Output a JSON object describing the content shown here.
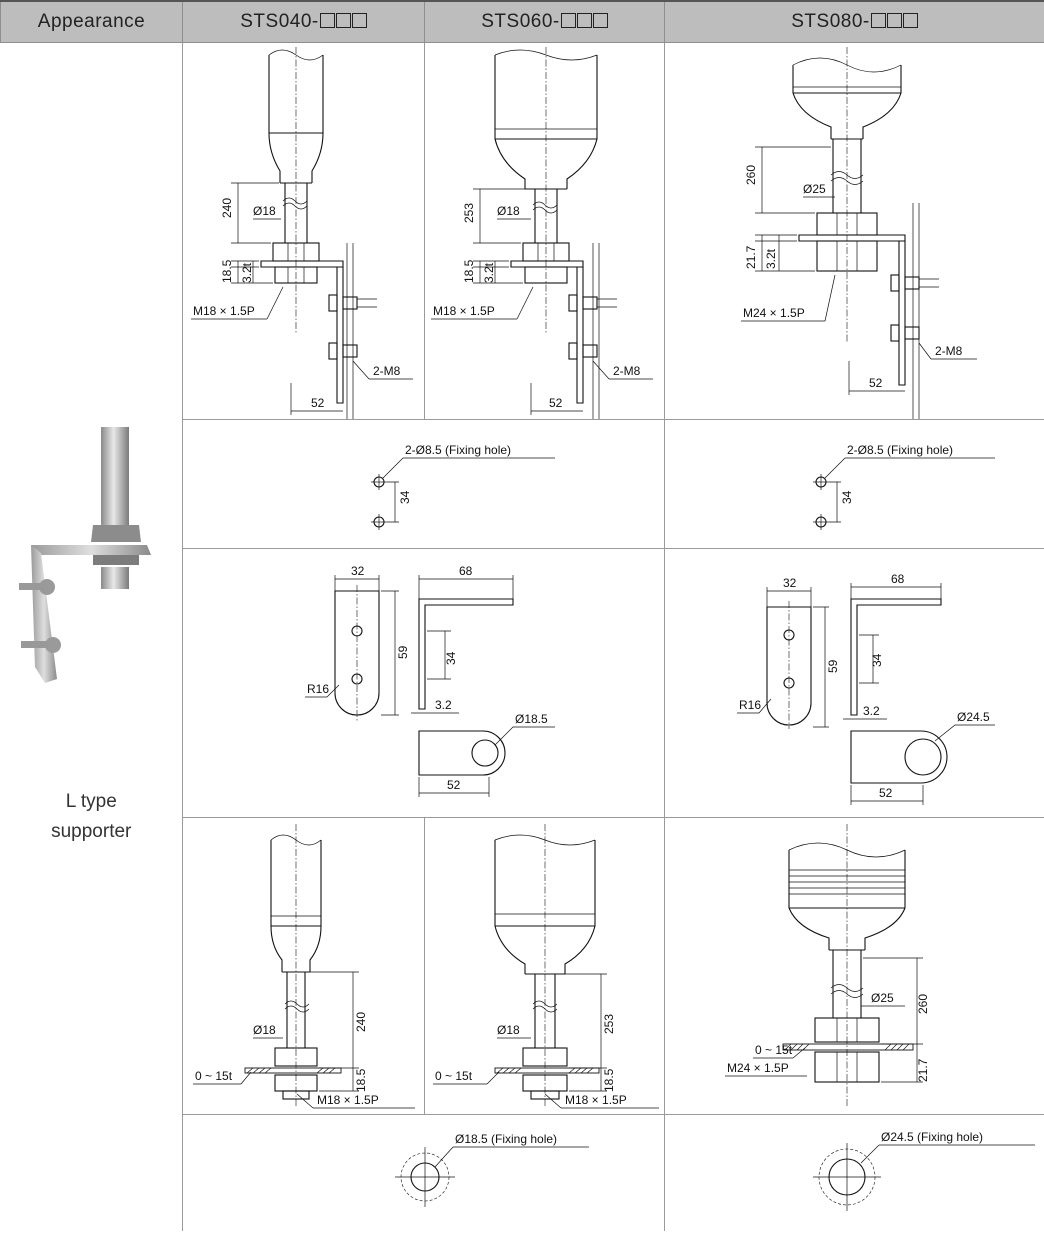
{
  "header": {
    "appearance": "Appearance",
    "col1": "STS040-",
    "col2": "STS060-",
    "col3": "STS080-"
  },
  "appearance_label_1": "L type",
  "appearance_label_2": "supporter",
  "row1": {
    "sts040": {
      "len": "240",
      "dia": "Ø18",
      "h1": "18.5",
      "h2": "3.2t",
      "thread": "M18 × 1.5P",
      "bolt": "2-M8",
      "width": "52"
    },
    "sts060": {
      "len": "253",
      "dia": "Ø18",
      "h1": "18.5",
      "h2": "3.2t",
      "thread": "M18 × 1.5P",
      "bolt": "2-M8",
      "width": "52"
    },
    "sts080": {
      "len": "260",
      "dia": "Ø25",
      "h1": "21.7",
      "h2": "3.2t",
      "thread": "M24 × 1.5P",
      "bolt": "2-M8",
      "width": "52"
    }
  },
  "row2": {
    "left": {
      "hole": "2-Ø8.5 (Fixing hole)",
      "pitch": "34"
    },
    "right": {
      "hole": "2-Ø8.5 (Fixing hole)",
      "pitch": "34"
    }
  },
  "row3": {
    "left": {
      "w": "32",
      "l": "68",
      "h": "59",
      "p": "34",
      "r": "R16",
      "t": "3.2",
      "dia": "Ø18.5",
      "bw": "52"
    },
    "right": {
      "w": "32",
      "l": "68",
      "h": "59",
      "p": "34",
      "r": "R16",
      "t": "3.2",
      "dia": "Ø24.5",
      "bw": "52"
    }
  },
  "row4": {
    "sts040": {
      "len": "240",
      "dia": "Ø18",
      "range": "0 ~ 15t",
      "h": "18.5",
      "thread": "M18 × 1.5P"
    },
    "sts060": {
      "len": "253",
      "dia": "Ø18",
      "range": "0 ~ 15t",
      "h": "18.5",
      "thread": "M18 × 1.5P"
    },
    "sts080": {
      "len": "260",
      "dia": "Ø25",
      "range": "0 ~ 15t",
      "h": "21.7",
      "thread": "M24 × 1.5P"
    }
  },
  "row5": {
    "left": {
      "hole": "Ø18.5 (Fixing hole)"
    },
    "right": {
      "hole": "Ø24.5 (Fixing hole)"
    }
  }
}
